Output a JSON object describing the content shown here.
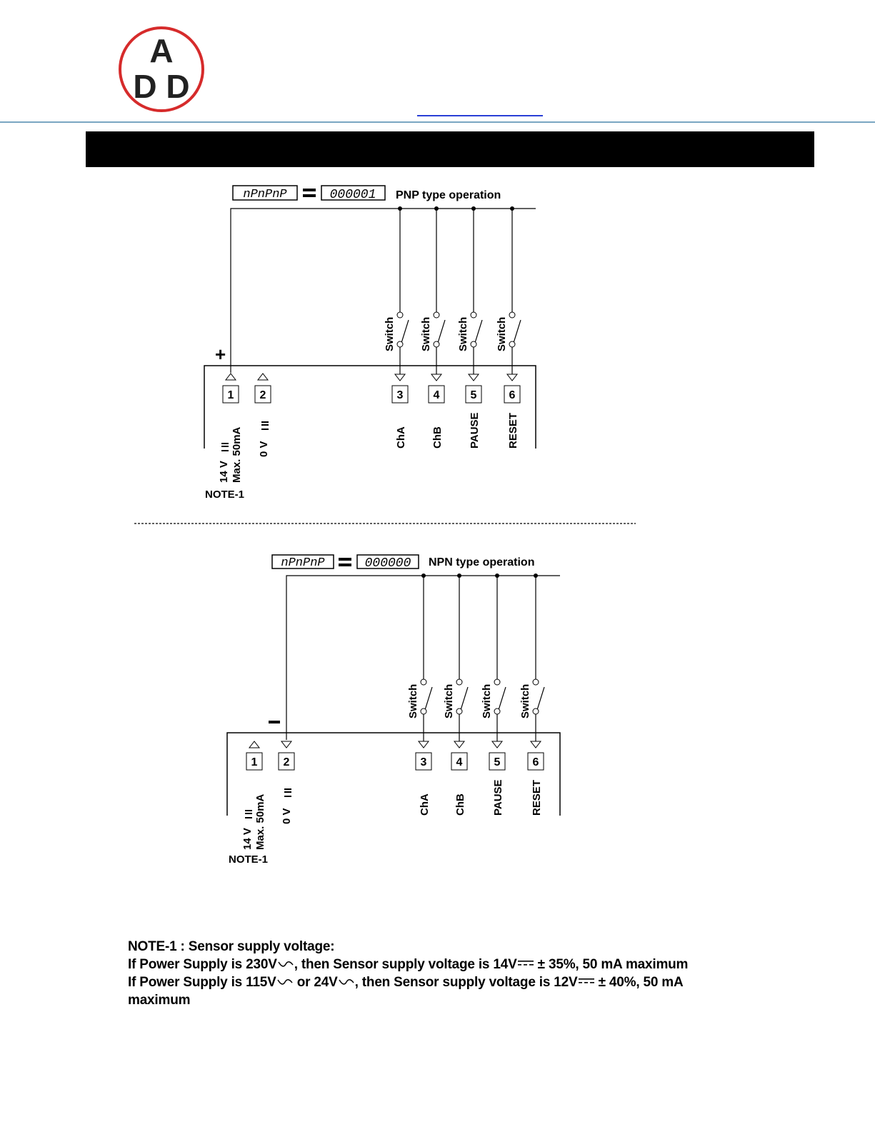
{
  "logo": {
    "letters_top": "A",
    "letters_bottom": "D D",
    "ring_color": "#d62b2b"
  },
  "diagram_pnp": {
    "display_left": "nPnPnP",
    "display_right": "000001",
    "title": "PNP type operation",
    "polarity": "+",
    "terminals": [
      {
        "number": "1",
        "label": "14 V",
        "sublabel": "Max. 50mA"
      },
      {
        "number": "2",
        "label": "0 V"
      },
      {
        "number": "3",
        "label": "ChA"
      },
      {
        "number": "4",
        "label": "ChB"
      },
      {
        "number": "5",
        "label": "PAUSE"
      },
      {
        "number": "6",
        "label": "RESET"
      }
    ],
    "switch_label": "Switch",
    "note_ref": "NOTE-1"
  },
  "diagram_npn": {
    "display_left": "nPnPnP",
    "display_right": "000000",
    "title": "NPN type operation",
    "polarity": "–",
    "terminals": [
      {
        "number": "1",
        "label": "14 V",
        "sublabel": "Max. 50mA"
      },
      {
        "number": "2",
        "label": "0 V"
      },
      {
        "number": "3",
        "label": "ChA"
      },
      {
        "number": "4",
        "label": "ChB"
      },
      {
        "number": "5",
        "label": "PAUSE"
      },
      {
        "number": "6",
        "label": "RESET"
      }
    ],
    "switch_label": "Switch",
    "note_ref": "NOTE-1"
  },
  "note": {
    "heading": "NOTE-1 : Sensor supply voltage:",
    "line1_a": "If Power Supply is 230V",
    "line1_b": ", then Sensor supply voltage is 14V",
    "line1_c": " ± 35%,  50 mA maximum",
    "line2_a": "If Power Supply is 115V",
    "line2_b": " or 24V",
    "line2_c": ", then Sensor supply voltage is 12V",
    "line2_d": " ± 40%, 50 mA",
    "line3": "maximum"
  }
}
